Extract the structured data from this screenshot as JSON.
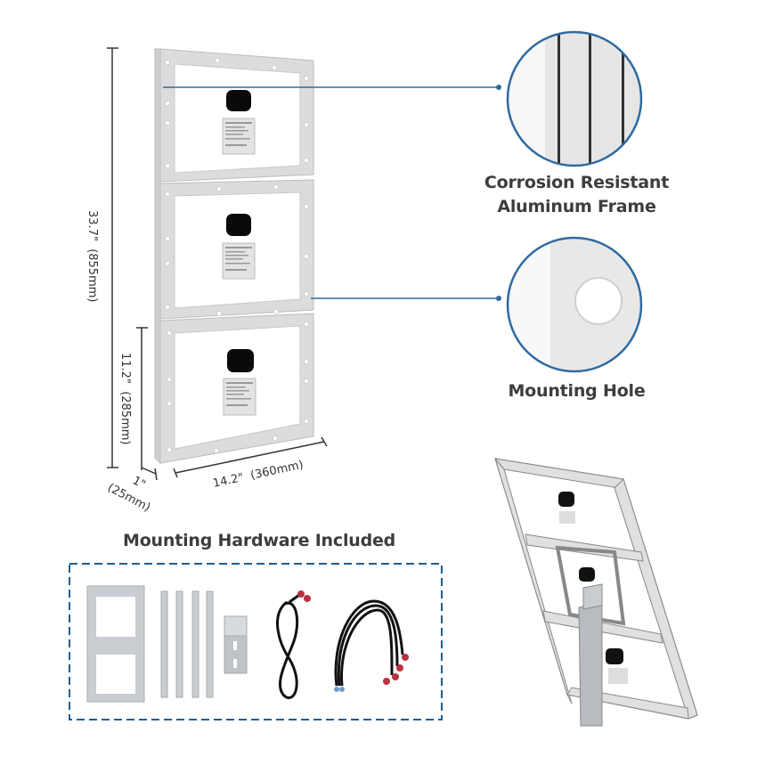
{
  "dimensions": {
    "total_height": "33.7\"  (855mm)",
    "section_height": "11.2\"  (285mm)",
    "width": "14.2\"  (360mm)",
    "depth_in": "1\"",
    "depth_mm": "(25mm)"
  },
  "callouts": [
    {
      "title_line1": "Corrosion Resistant",
      "title_line2": "Aluminum Frame",
      "detail": "frame-profile"
    },
    {
      "title": "Mounting Hole",
      "detail": "mounting-hole"
    }
  ],
  "hardware": {
    "title": "Mounting Hardware Included",
    "items": [
      "center-bracket-plate",
      "mounting-rails-x4",
      "angle-bracket",
      "coiled-cable",
      "branch-cable-with-connectors"
    ]
  },
  "colors": {
    "accent": "#2f6aa0",
    "dashed_border": "#1f5f8f",
    "frame": "#d9d9d9",
    "text": "#3d3d3d"
  }
}
